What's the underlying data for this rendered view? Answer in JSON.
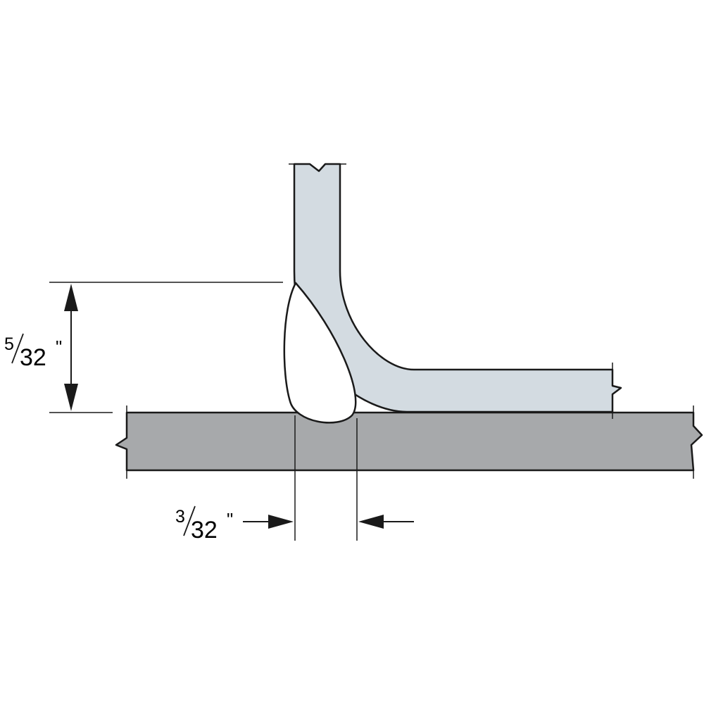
{
  "dimensions": {
    "vertical": {
      "numerator": "5",
      "denominator": "32",
      "unit": "\""
    },
    "horizontal": {
      "numerator": "3",
      "denominator": "32",
      "unit": "\""
    }
  },
  "colors": {
    "base_plate": "#a7a9ab",
    "bent_sheet": "#d3dbe1",
    "weld": "#ffffff",
    "outline": "#1a1a1a"
  }
}
